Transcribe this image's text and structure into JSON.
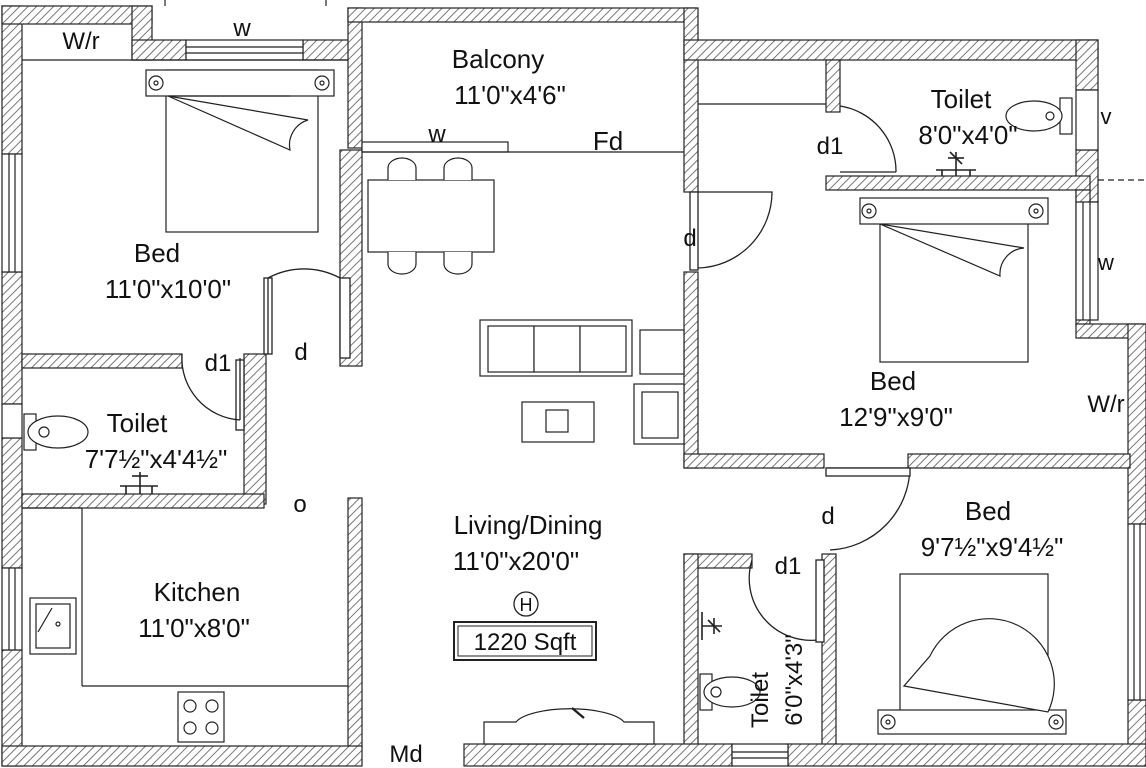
{
  "rooms": {
    "bed1": {
      "name": "Bed",
      "size": "11'0\"x10'0\""
    },
    "balcony": {
      "name": "Balcony",
      "size": "11'0\"x4'6\""
    },
    "toilet_ne": {
      "name": "Toilet",
      "size": "8'0\"x4'0\""
    },
    "bed2": {
      "name": "Bed",
      "size": "12'9\"x9'0\""
    },
    "toilet_w": {
      "name": "Toilet",
      "size": "7'7½\"x4'4½\""
    },
    "kitchen": {
      "name": "Kitchen",
      "size": "11'0\"x8'0\""
    },
    "living": {
      "name": "Living/Dining",
      "size": "11'0\"x20'0\""
    },
    "bed3": {
      "name": "Bed",
      "size": "9'7½\"x9'4½\""
    },
    "toilet_s": {
      "name": "Toilet",
      "size": "6'0\"x4'3\""
    }
  },
  "tags": {
    "wr_nw": "W/r",
    "wr_e": "W/r",
    "w_top": "w",
    "w_balcony": "w",
    "w_right1": "v",
    "w_right2": "w",
    "fd": "Fd",
    "d_bed1": "d",
    "d1_toilet_w": "d1",
    "d_bed2": "d",
    "d1_toilet_ne": "d1",
    "d_bed3": "d",
    "d1_toilet_s": "d1",
    "o_kitchen": "o",
    "md": "Md",
    "h_mark": "H",
    "area": "1220 Sqft"
  },
  "colors": {
    "wall_line": "#222222",
    "hatch": "#555555",
    "background": "#ffffff"
  }
}
